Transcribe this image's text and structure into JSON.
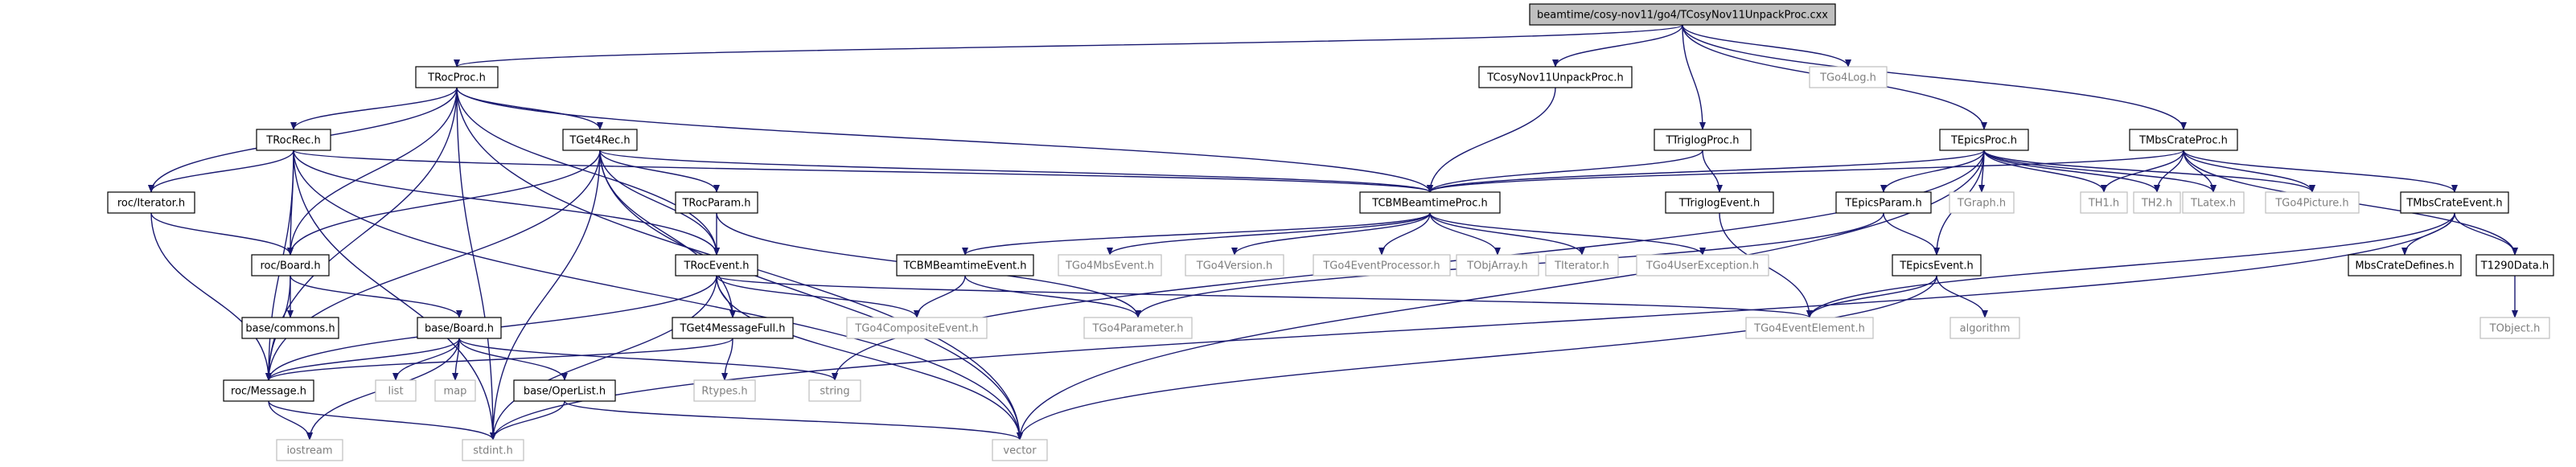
{
  "colors": {
    "edge": "#191970",
    "root_fill": "#bfbfbf",
    "root_stroke": "#000000",
    "linked_stroke": "#000000",
    "unlinked_stroke": "#bfbfbf",
    "linked_text": "#000000",
    "unlinked_text": "#7f7f7f"
  },
  "nodes": [
    {
      "id": "root",
      "label": "beamtime/cosy-nov11/go4/TCosyNov11UnpackProc.cxx",
      "kind": "root"
    },
    {
      "id": "TRocProc",
      "label": "TRocProc.h",
      "kind": "linked"
    },
    {
      "id": "TCosyNov11UnpackProc",
      "label": "TCosyNov11UnpackProc.h",
      "kind": "linked"
    },
    {
      "id": "TTriglogProc",
      "label": "TTriglogProc.h",
      "kind": "linked"
    },
    {
      "id": "TGo4Log",
      "label": "TGo4Log.h",
      "kind": "unlinked"
    },
    {
      "id": "TEpicsProc",
      "label": "TEpicsProc.h",
      "kind": "linked"
    },
    {
      "id": "TMbsCrateProc",
      "label": "TMbsCrateProc.h",
      "kind": "linked"
    },
    {
      "id": "TRocRec",
      "label": "TRocRec.h",
      "kind": "linked"
    },
    {
      "id": "TGet4Rec",
      "label": "TGet4Rec.h",
      "kind": "linked"
    },
    {
      "id": "rocIterator",
      "label": "roc/Iterator.h",
      "kind": "linked"
    },
    {
      "id": "TRocParam",
      "label": "TRocParam.h",
      "kind": "linked"
    },
    {
      "id": "TCBMBeamtimeProc",
      "label": "TCBMBeamtimeProc.h",
      "kind": "linked"
    },
    {
      "id": "TTriglogEvent",
      "label": "TTriglogEvent.h",
      "kind": "linked"
    },
    {
      "id": "TEpicsParam",
      "label": "TEpicsParam.h",
      "kind": "linked"
    },
    {
      "id": "TGraph",
      "label": "TGraph.h",
      "kind": "unlinked"
    },
    {
      "id": "TH1",
      "label": "TH1.h",
      "kind": "unlinked"
    },
    {
      "id": "TH2",
      "label": "TH2.h",
      "kind": "unlinked"
    },
    {
      "id": "TLatex",
      "label": "TLatex.h",
      "kind": "unlinked"
    },
    {
      "id": "TGo4Picture",
      "label": "TGo4Picture.h",
      "kind": "unlinked"
    },
    {
      "id": "TMbsCrateEvent",
      "label": "TMbsCrateEvent.h",
      "kind": "linked"
    },
    {
      "id": "rocBoard",
      "label": "roc/Board.h",
      "kind": "linked"
    },
    {
      "id": "TRocEvent",
      "label": "TRocEvent.h",
      "kind": "linked"
    },
    {
      "id": "TCBMBeamtimeEvent",
      "label": "TCBMBeamtimeEvent.h",
      "kind": "linked"
    },
    {
      "id": "TGo4MbsEvent",
      "label": "TGo4MbsEvent.h",
      "kind": "unlinked"
    },
    {
      "id": "TGo4Version",
      "label": "TGo4Version.h",
      "kind": "unlinked"
    },
    {
      "id": "TGo4EventProcessor",
      "label": "TGo4EventProcessor.h",
      "kind": "unlinked"
    },
    {
      "id": "TObjArray",
      "label": "TObjArray.h",
      "kind": "unlinked"
    },
    {
      "id": "TIterator",
      "label": "TIterator.h",
      "kind": "unlinked"
    },
    {
      "id": "TGo4UserException",
      "label": "TGo4UserException.h",
      "kind": "unlinked"
    },
    {
      "id": "TEpicsEvent",
      "label": "TEpicsEvent.h",
      "kind": "linked"
    },
    {
      "id": "MbsCrateDefines",
      "label": "MbsCrateDefines.h",
      "kind": "linked"
    },
    {
      "id": "T1290Data",
      "label": "T1290Data.h",
      "kind": "linked"
    },
    {
      "id": "baseCommons",
      "label": "base/commons.h",
      "kind": "linked"
    },
    {
      "id": "baseBoard",
      "label": "base/Board.h",
      "kind": "linked"
    },
    {
      "id": "TGet4MessageFull",
      "label": "TGet4MessageFull.h",
      "kind": "linked"
    },
    {
      "id": "TGo4CompositeEvent",
      "label": "TGo4CompositeEvent.h",
      "kind": "unlinked"
    },
    {
      "id": "TGo4Parameter",
      "label": "TGo4Parameter.h",
      "kind": "unlinked"
    },
    {
      "id": "TGo4EventElement",
      "label": "TGo4EventElement.h",
      "kind": "unlinked"
    },
    {
      "id": "algorithm",
      "label": "algorithm",
      "kind": "unlinked"
    },
    {
      "id": "TObject",
      "label": "TObject.h",
      "kind": "unlinked"
    },
    {
      "id": "rocMessage",
      "label": "roc/Message.h",
      "kind": "linked"
    },
    {
      "id": "list",
      "label": "list",
      "kind": "unlinked"
    },
    {
      "id": "map",
      "label": "map",
      "kind": "unlinked"
    },
    {
      "id": "baseOperList",
      "label": "base/OperList.h",
      "kind": "linked"
    },
    {
      "id": "Rtypes",
      "label": "Rtypes.h",
      "kind": "unlinked"
    },
    {
      "id": "string",
      "label": "string",
      "kind": "unlinked"
    },
    {
      "id": "iostream",
      "label": "iostream",
      "kind": "unlinked"
    },
    {
      "id": "stdint",
      "label": "stdint.h",
      "kind": "unlinked"
    },
    {
      "id": "vector",
      "label": "vector",
      "kind": "unlinked"
    }
  ],
  "edges": [
    [
      "root",
      "TRocProc"
    ],
    [
      "root",
      "TCosyNov11UnpackProc"
    ],
    [
      "root",
      "TTriglogProc"
    ],
    [
      "root",
      "TGo4Log"
    ],
    [
      "root",
      "TEpicsProc"
    ],
    [
      "root",
      "TMbsCrateProc"
    ],
    [
      "TRocProc",
      "TRocRec"
    ],
    [
      "TRocProc",
      "TGet4Rec"
    ],
    [
      "TRocProc",
      "rocIterator"
    ],
    [
      "TRocProc",
      "rocBoard"
    ],
    [
      "TRocProc",
      "TRocEvent"
    ],
    [
      "TRocProc",
      "TCBMBeamtimeProc"
    ],
    [
      "TRocProc",
      "rocMessage"
    ],
    [
      "TRocProc",
      "stdint"
    ],
    [
      "TRocProc",
      "vector"
    ],
    [
      "TRocRec",
      "rocIterator"
    ],
    [
      "TRocRec",
      "rocBoard"
    ],
    [
      "TRocRec",
      "TRocEvent"
    ],
    [
      "TRocRec",
      "rocMessage"
    ],
    [
      "TRocRec",
      "TCBMBeamtimeProc"
    ],
    [
      "TRocRec",
      "stdint"
    ],
    [
      "TRocRec",
      "vector"
    ],
    [
      "TGet4Rec",
      "TRocParam"
    ],
    [
      "TGet4Rec",
      "TRocEvent"
    ],
    [
      "TGet4Rec",
      "TGet4MessageFull"
    ],
    [
      "TGet4Rec",
      "rocBoard"
    ],
    [
      "TGet4Rec",
      "rocMessage"
    ],
    [
      "TGet4Rec",
      "TCBMBeamtimeProc"
    ],
    [
      "TGet4Rec",
      "stdint"
    ],
    [
      "TGet4Rec",
      "vector"
    ],
    [
      "rocIterator",
      "rocBoard"
    ],
    [
      "rocIterator",
      "rocMessage"
    ],
    [
      "TRocParam",
      "TRocEvent"
    ],
    [
      "TRocParam",
      "TGo4Parameter"
    ],
    [
      "rocBoard",
      "baseCommons"
    ],
    [
      "rocBoard",
      "baseBoard"
    ],
    [
      "rocBoard",
      "rocMessage"
    ],
    [
      "baseBoard",
      "rocMessage"
    ],
    [
      "baseBoard",
      "list"
    ],
    [
      "baseBoard",
      "map"
    ],
    [
      "baseBoard",
      "baseOperList"
    ],
    [
      "baseBoard",
      "string"
    ],
    [
      "baseBoard",
      "iostream"
    ],
    [
      "baseOperList",
      "stdint"
    ],
    [
      "baseOperList",
      "vector"
    ],
    [
      "rocMessage",
      "iostream"
    ],
    [
      "rocMessage",
      "stdint"
    ],
    [
      "TRocEvent",
      "TGet4MessageFull"
    ],
    [
      "TRocEvent",
      "rocMessage"
    ],
    [
      "TRocEvent",
      "TGo4CompositeEvent"
    ],
    [
      "TRocEvent",
      "TGo4EventElement"
    ],
    [
      "TRocEvent",
      "stdint"
    ],
    [
      "TRocEvent",
      "vector"
    ],
    [
      "TGet4MessageFull",
      "rocMessage"
    ],
    [
      "TGet4MessageFull",
      "Rtypes"
    ],
    [
      "TCosyNov11UnpackProc",
      "TCBMBeamtimeProc"
    ],
    [
      "TTriglogProc",
      "TCBMBeamtimeProc"
    ],
    [
      "TTriglogProc",
      "TTriglogEvent"
    ],
    [
      "TTriglogEvent",
      "TGo4EventElement"
    ],
    [
      "TCBMBeamtimeProc",
      "TCBMBeamtimeEvent"
    ],
    [
      "TCBMBeamtimeProc",
      "TGo4MbsEvent"
    ],
    [
      "TCBMBeamtimeProc",
      "TGo4Version"
    ],
    [
      "TCBMBeamtimeProc",
      "TGo4EventProcessor"
    ],
    [
      "TCBMBeamtimeProc",
      "TObjArray"
    ],
    [
      "TCBMBeamtimeProc",
      "TIterator"
    ],
    [
      "TCBMBeamtimeProc",
      "TGo4UserException"
    ],
    [
      "TCBMBeamtimeEvent",
      "TGo4CompositeEvent"
    ],
    [
      "TCBMBeamtimeEvent",
      "TGo4Parameter"
    ],
    [
      "TEpicsProc",
      "TCBMBeamtimeProc"
    ],
    [
      "TEpicsProc",
      "TEpicsParam"
    ],
    [
      "TEpicsProc",
      "TGraph"
    ],
    [
      "TEpicsProc",
      "TH1"
    ],
    [
      "TEpicsProc",
      "TH2"
    ],
    [
      "TEpicsProc",
      "TLatex"
    ],
    [
      "TEpicsProc",
      "TGo4Picture"
    ],
    [
      "TEpicsProc",
      "TEpicsEvent"
    ],
    [
      "TEpicsProc",
      "string"
    ],
    [
      "TEpicsProc",
      "vector"
    ],
    [
      "TEpicsParam",
      "TEpicsEvent"
    ],
    [
      "TEpicsParam",
      "TGo4Parameter"
    ],
    [
      "TEpicsEvent",
      "TGo4EventElement"
    ],
    [
      "TEpicsEvent",
      "algorithm"
    ],
    [
      "TEpicsEvent",
      "vector"
    ],
    [
      "TMbsCrateProc",
      "TCBMBeamtimeProc"
    ],
    [
      "TMbsCrateProc",
      "TH1"
    ],
    [
      "TMbsCrateProc",
      "TH2"
    ],
    [
      "TMbsCrateProc",
      "TLatex"
    ],
    [
      "TMbsCrateProc",
      "TGo4Picture"
    ],
    [
      "TMbsCrateProc",
      "TMbsCrateEvent"
    ],
    [
      "TMbsCrateProc",
      "T1290Data"
    ],
    [
      "TMbsCrateEvent",
      "TGo4EventElement"
    ],
    [
      "TMbsCrateEvent",
      "MbsCrateDefines"
    ],
    [
      "TMbsCrateEvent",
      "T1290Data"
    ],
    [
      "TMbsCrateEvent",
      "stdint"
    ],
    [
      "T1290Data",
      "TObject"
    ]
  ]
}
